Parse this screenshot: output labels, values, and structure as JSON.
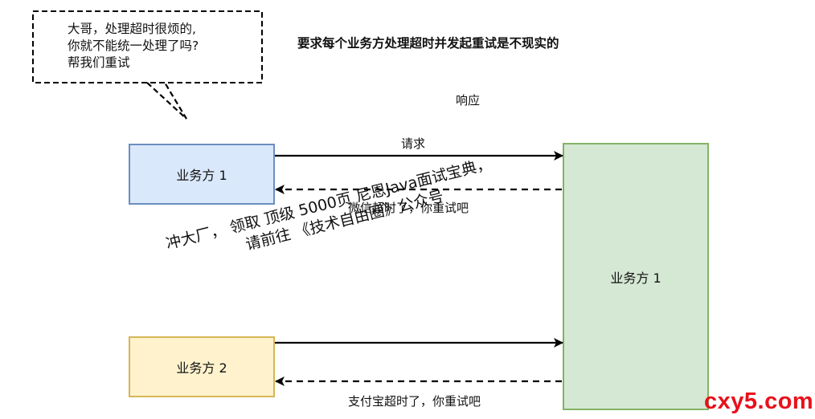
{
  "callout": {
    "lines": [
      "大哥，处理超时很烦的,",
      "你就不能统一处理了吗?",
      "帮我们重试"
    ]
  },
  "heading": "要求每个业务方处理超时并发起重试是不现实的",
  "labels": {
    "response": "响应",
    "request": "请求",
    "wechat_timeout": "微信超时了，你重试吧",
    "alipay_timeout": "支付宝超时了，你重试吧"
  },
  "boxes": {
    "business_1": {
      "label": "业务方 1",
      "fill": "#dae8fc",
      "stroke": "#6c8ebf"
    },
    "business_2": {
      "label": "业务方 2",
      "fill": "#fff2cc",
      "stroke": "#d6b656"
    },
    "right_service": {
      "label": "业务方 1",
      "fill": "#d5e8d4",
      "stroke": "#82b366"
    }
  },
  "watermark": {
    "line1": "冲大厂， 领取 顶级  5000页 尼恩Java面试宝典，",
    "line2": "请前往 《技术自由圈》公众号"
  },
  "logo": {
    "text": "cxy5.com",
    "color": "#e8111b"
  }
}
